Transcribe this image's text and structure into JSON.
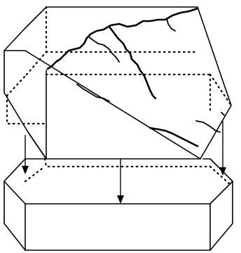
{
  "figure": {
    "colors": {
      "background": "#ffffff",
      "ink": "#000000"
    },
    "arrows": {
      "count": 3,
      "direction": "down"
    },
    "components": [
      "fractured-upper-prism",
      "lower-hexagonal-slab",
      "drop-arrows"
    ]
  }
}
